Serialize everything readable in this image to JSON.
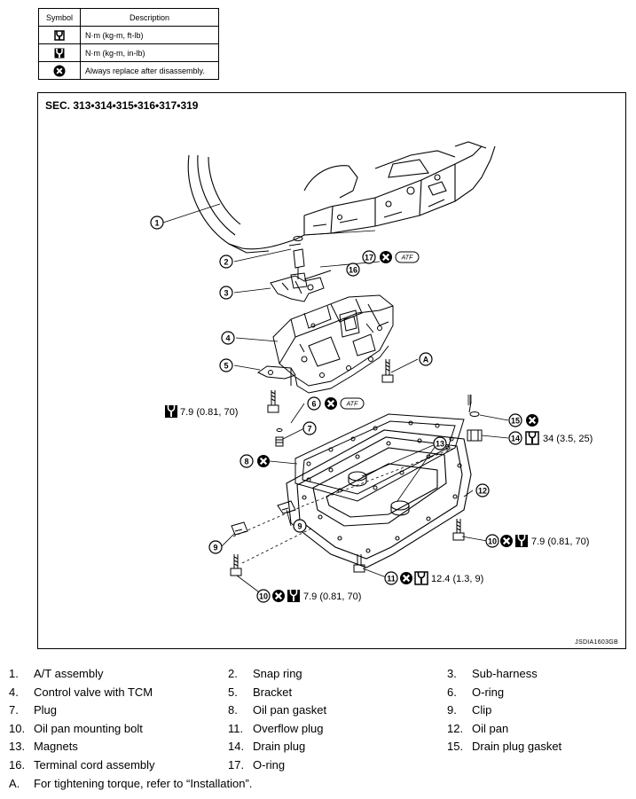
{
  "legend": {
    "header_symbol": "Symbol",
    "header_description": "Description",
    "rows": [
      {
        "icon": "torque-wrench-ft-lb-icon",
        "description": "N·m (kg-m, ft-lb)"
      },
      {
        "icon": "torque-wrench-in-lb-icon",
        "description": "N·m (kg-m, in-lb)"
      },
      {
        "icon": "always-replace-icon",
        "description": "Always replace after disassembly."
      }
    ]
  },
  "figure": {
    "section": "SEC. 313•314•315•316•317•319",
    "figure_id": "JSDIA1603GB",
    "callout_1": "1",
    "callout_2": "2",
    "callout_3": "3",
    "callout_4": "4",
    "callout_5": "5",
    "callout_6": "6",
    "callout_7": "7",
    "callout_8": "8",
    "callout_9a": "9",
    "callout_9b": "9",
    "callout_10a": "10",
    "callout_10b": "10",
    "callout_11": "11",
    "callout_12": "12",
    "callout_13": "13",
    "callout_14": "14",
    "callout_15": "15",
    "callout_16": "16",
    "callout_17": "17",
    "callout_a": "A",
    "atf_label": "ATF",
    "torque_control_valve_bolt": "7.9 (0.81, 70)",
    "torque_drain_plug": "34 (3.5, 25)",
    "torque_pan_bolt_right": "7.9 (0.81, 70)",
    "torque_overflow_plug": "12.4 (1.3, 9)",
    "torque_pan_bolt_bottom": "7.9 (0.81, 70)"
  },
  "parts": [
    {
      "num": "1.",
      "label": "A/T assembly"
    },
    {
      "num": "2.",
      "label": "Snap ring"
    },
    {
      "num": "3.",
      "label": "Sub-harness"
    },
    {
      "num": "4.",
      "label": "Control valve with TCM"
    },
    {
      "num": "5.",
      "label": "Bracket"
    },
    {
      "num": "6.",
      "label": "O-ring"
    },
    {
      "num": "7.",
      "label": "Plug"
    },
    {
      "num": "8.",
      "label": "Oil pan gasket"
    },
    {
      "num": "9.",
      "label": "Clip"
    },
    {
      "num": "10.",
      "label": "Oil pan mounting bolt"
    },
    {
      "num": "11.",
      "label": "Overflow plug"
    },
    {
      "num": "12.",
      "label": "Oil pan"
    },
    {
      "num": "13.",
      "label": "Magnets"
    },
    {
      "num": "14.",
      "label": "Drain plug"
    },
    {
      "num": "15.",
      "label": "Drain plug gasket"
    },
    {
      "num": "16.",
      "label": "Terminal cord assembly"
    },
    {
      "num": "17.",
      "label": "O-ring"
    }
  ],
  "note": {
    "num": "A.",
    "label": "For tightening torque, refer to “Installation”."
  }
}
